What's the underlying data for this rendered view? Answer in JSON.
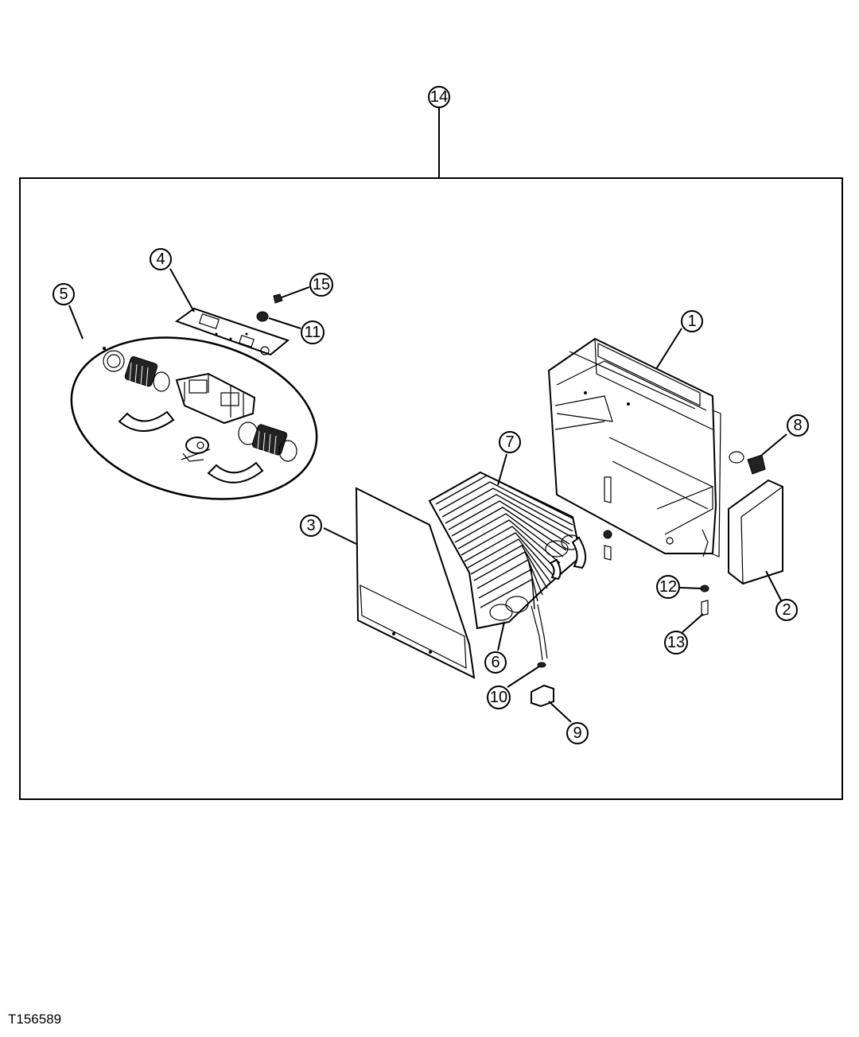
{
  "figure": {
    "id": "T156589",
    "assembly_callout": "14"
  },
  "callouts": [
    "1",
    "2",
    "3",
    "4",
    "5",
    "6",
    "7",
    "8",
    "9",
    "10",
    "11",
    "12",
    "13",
    "15"
  ]
}
